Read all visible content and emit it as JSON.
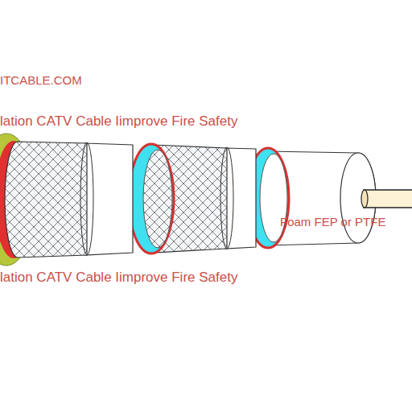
{
  "diagram": {
    "labels": [
      "ITCABLE.COM",
      "lation CATV Cable Iimprove Fire Safety",
      "Foam FEP or PTFE",
      "lation CATV Cable Iimprove Fire Safety"
    ]
  }
}
